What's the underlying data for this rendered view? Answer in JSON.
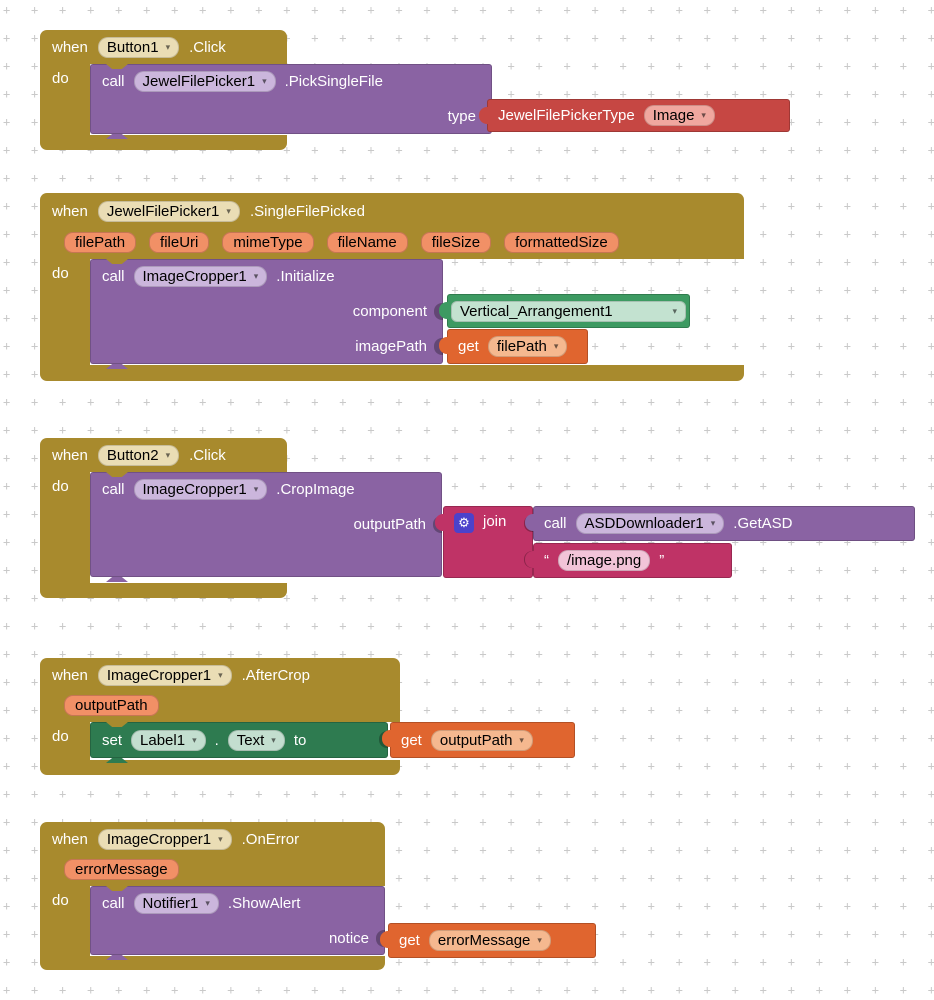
{
  "labels": {
    "when": "when",
    "do": "do",
    "call": "call",
    "set": "set",
    "to": "to",
    "get": "get",
    "join": "join",
    "dot": "."
  },
  "icons": {
    "dropdown_arrow": "▾",
    "gear": "⚙",
    "plus": "+",
    "quote_open": "“",
    "quote_close": "”"
  },
  "colors": {
    "canvas_bg": "#ffffff",
    "grid_gray": "#c9c9c9",
    "event_gold": "#a88a2d",
    "event_pill_cream": "#eaddb5",
    "param_pill": "#f19066",
    "call_purple": "#8a63a3",
    "pill_purple": "#cbb6dc",
    "helper_red": "#c64743",
    "pill_red": "#f0a79f",
    "component_green": "#3d9a62",
    "pill_green": "#c3e2d0",
    "variable_orange": "#e0652f",
    "pill_orange": "#f5b88f",
    "set_green": "#2e7b50",
    "pill_set_green": "#c3decf",
    "join_crimson": "#bf3366",
    "pill_crimson": "#f2c4d8",
    "gear_blue": "#4b42cb"
  },
  "blocks": [
    {
      "event": {
        "component": "Button1",
        "name": ".Click"
      },
      "call": {
        "component": "JewelFilePicker1",
        "method": ".PickSingleFile"
      },
      "arg1": "type",
      "helper": {
        "label": "JewelFilePickerType",
        "option": "Image"
      }
    },
    {
      "event": {
        "component": "JewelFilePicker1",
        "name": ".SingleFilePicked"
      },
      "params": [
        "filePath",
        "fileUri",
        "mimeType",
        "fileName",
        "fileSize",
        "formattedSize"
      ],
      "call": {
        "component": "ImageCropper1",
        "method": ".Initialize"
      },
      "arg1": "component",
      "arg2": "imagePath",
      "component_value": "Vertical_Arrangement1",
      "get1": "filePath"
    },
    {
      "event": {
        "component": "Button2",
        "name": ".Click"
      },
      "call": {
        "component": "ImageCropper1",
        "method": ".CropImage"
      },
      "arg1": "outputPath",
      "join_call": {
        "component": "ASDDownloader1",
        "method": ".GetASD"
      },
      "join_text": "/image.png"
    },
    {
      "event": {
        "component": "ImageCropper1",
        "name": ".AfterCrop"
      },
      "params": [
        "outputPath"
      ],
      "set": {
        "component": "Label1",
        "property": "Text"
      },
      "get1": "outputPath"
    },
    {
      "event": {
        "component": "ImageCropper1",
        "name": ".OnError"
      },
      "params": [
        "errorMessage"
      ],
      "call": {
        "component": "Notifier1",
        "method": ".ShowAlert"
      },
      "arg1": "notice",
      "get1": "errorMessage"
    }
  ]
}
